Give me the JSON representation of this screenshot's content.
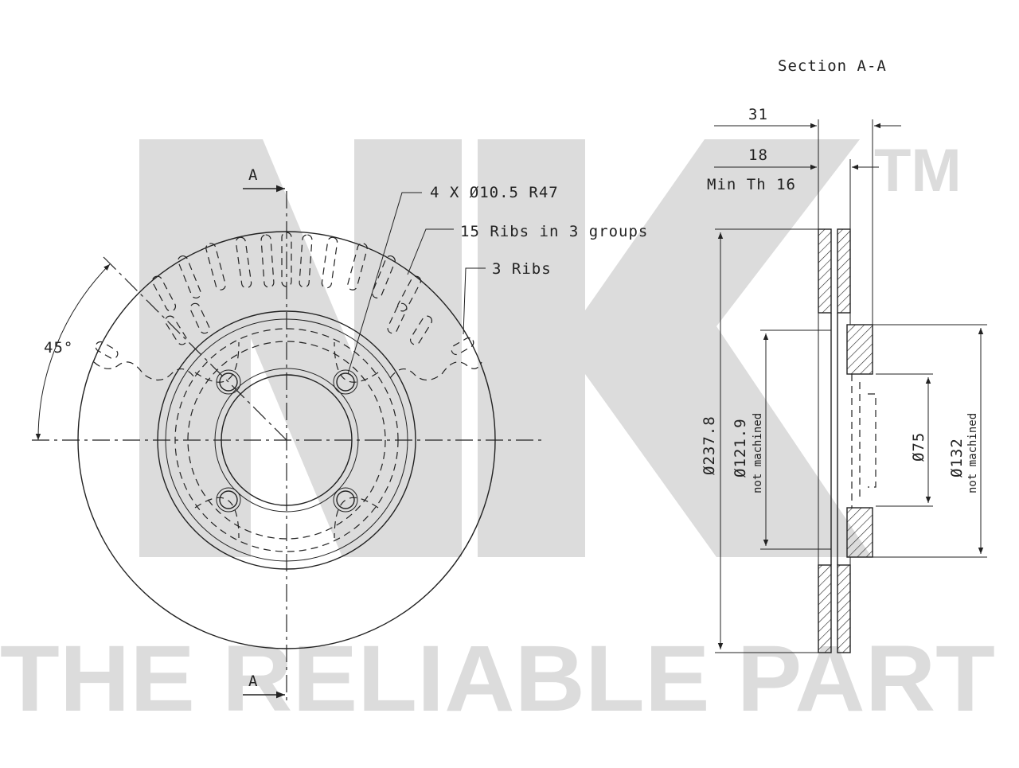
{
  "watermark": {
    "brand": "NK",
    "trademark": "TM",
    "slogan": "THE RELIABLE PART"
  },
  "section_title": "Section A-A",
  "section_marker": "A",
  "labels": {
    "holes": "4 X Ø10.5 R47",
    "ribs_groups": "15 Ribs in 3 groups",
    "ribs": "3 Ribs",
    "angle": "45°"
  },
  "dimensions": {
    "thickness": "31",
    "inner_thickness": "18",
    "min_thickness": "Min Th 16",
    "outer_diameter": "Ø237.8",
    "inner_diameter": "Ø121.9",
    "hub_bore": "Ø75",
    "hub_diameter": "Ø132",
    "not_machined": "not machined"
  }
}
